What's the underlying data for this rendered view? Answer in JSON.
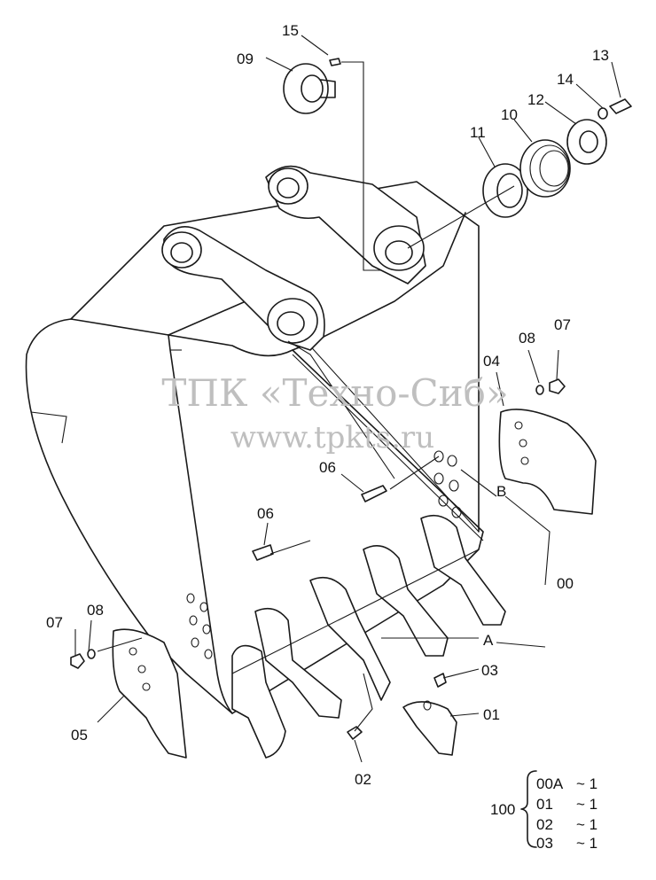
{
  "watermark": {
    "line1": "ТПК «Техно-Сиб»",
    "line2": "www.tpkts.ru"
  },
  "callouts": [
    {
      "id": "15",
      "text": "15"
    },
    {
      "id": "09",
      "text": "09"
    },
    {
      "id": "13",
      "text": "13"
    },
    {
      "id": "14",
      "text": "14"
    },
    {
      "id": "12",
      "text": "12"
    },
    {
      "id": "10",
      "text": "10"
    },
    {
      "id": "11",
      "text": "11"
    },
    {
      "id": "07a",
      "text": "07"
    },
    {
      "id": "08a",
      "text": "08"
    },
    {
      "id": "04",
      "text": "04"
    },
    {
      "id": "06a",
      "text": "06"
    },
    {
      "id": "B",
      "text": "B"
    },
    {
      "id": "06b",
      "text": "06"
    },
    {
      "id": "00",
      "text": "00"
    },
    {
      "id": "A",
      "text": "A"
    },
    {
      "id": "08b",
      "text": "08"
    },
    {
      "id": "07b",
      "text": "07"
    },
    {
      "id": "03",
      "text": "03"
    },
    {
      "id": "01",
      "text": "01"
    },
    {
      "id": "05",
      "text": "05"
    },
    {
      "id": "02",
      "text": "02"
    }
  ],
  "assembly_key": {
    "label": "100",
    "rows": [
      {
        "part": "00A",
        "qty": "~ 1"
      },
      {
        "part": "01",
        "qty": "~ 1"
      },
      {
        "part": "02",
        "qty": "~ 1"
      },
      {
        "part": "03",
        "qty": "~ 1"
      }
    ]
  }
}
